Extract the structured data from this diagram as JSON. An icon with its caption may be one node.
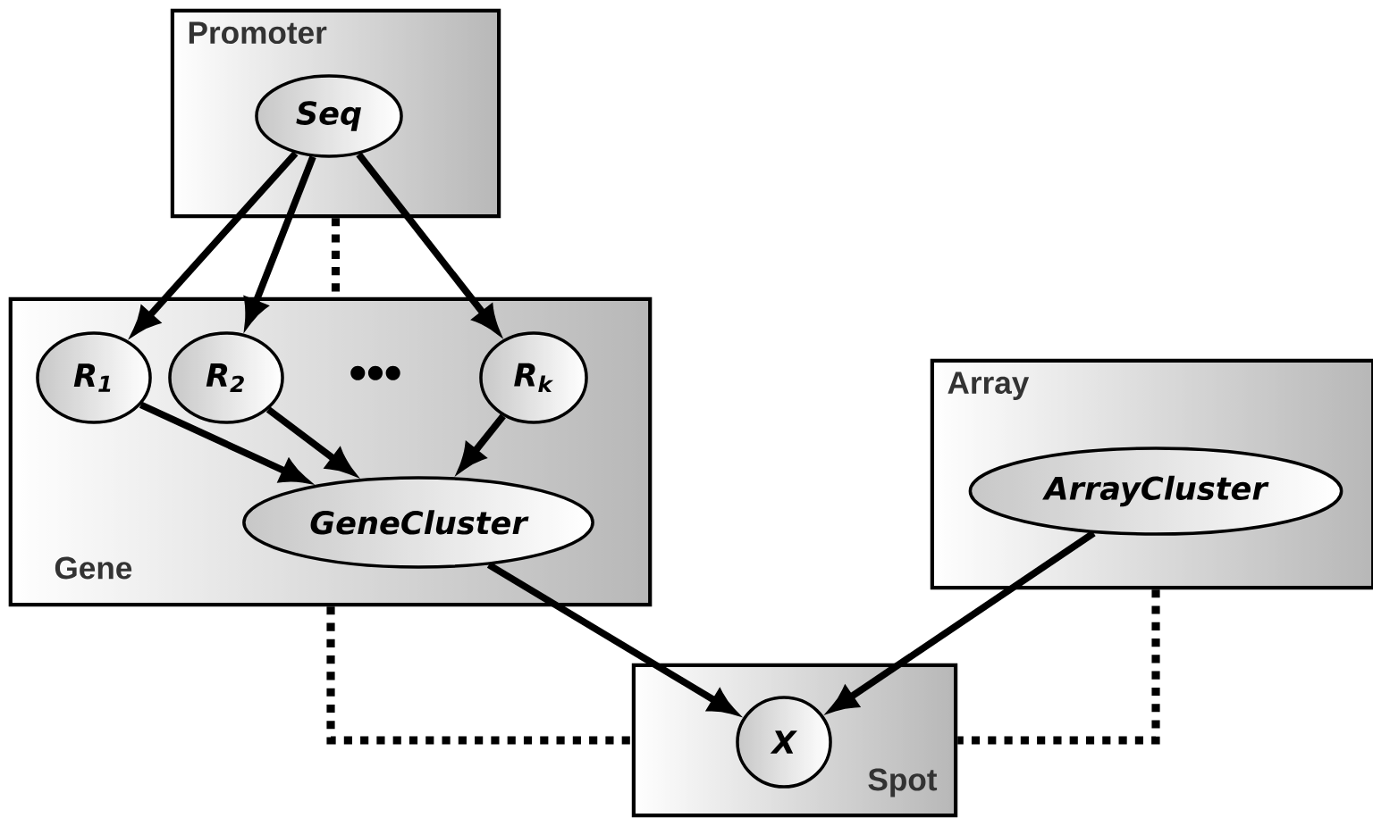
{
  "diagram": {
    "nodes": [
      {
        "text": [
          "Promoter"
        ]
      },
      {
        "text": [
          "Seq"
        ],
        "in": 0
      },
      {
        "text": [
          "Gene"
        ]
      },
      {
        "text": [
          "R$_{1}$"
        ],
        "in": 2
      },
      {
        "text": [
          "R$_{2}$"
        ],
        "in": 2
      },
      {
        "text": [
          "R$_{k}$"
        ],
        "in": 2
      },
      {
        "text": [
          "GeneCluster"
        ],
        "in": 2
      },
      {
        "text": [
          "Array"
        ]
      },
      {
        "text": [
          "ArrayCluster"
        ],
        "in": 7
      },
      {
        "text": [
          "Spot"
        ]
      },
      {
        "text": [
          "X"
        ],
        "in": 9
      }
    ],
    "edges": [
      {
        "from": 1,
        "to": 3,
        "arrow": "to"
      },
      {
        "from": 1,
        "to": 4,
        "arrow": "to"
      },
      {
        "from": 1,
        "to": 5,
        "arrow": "to"
      },
      {
        "from": 3,
        "to": 6,
        "arrow": "to"
      },
      {
        "from": 4,
        "to": 6,
        "arrow": "to"
      },
      {
        "from": 5,
        "to": 6,
        "arrow": "to"
      },
      {
        "from": 6,
        "to": 10,
        "arrow": "to"
      },
      {
        "from": 8,
        "to": 10,
        "arrow": "to"
      },
      {
        "from": 0,
        "to": 2,
        "arrow": "none",
        "style": "dashed"
      },
      {
        "from": 2,
        "to": 9,
        "arrow": "none",
        "style": "dashed"
      },
      {
        "from": 7,
        "to": 9,
        "arrow": "none",
        "style": "dashed"
      }
    ],
    "labels": [
      "•••"
    ]
  }
}
